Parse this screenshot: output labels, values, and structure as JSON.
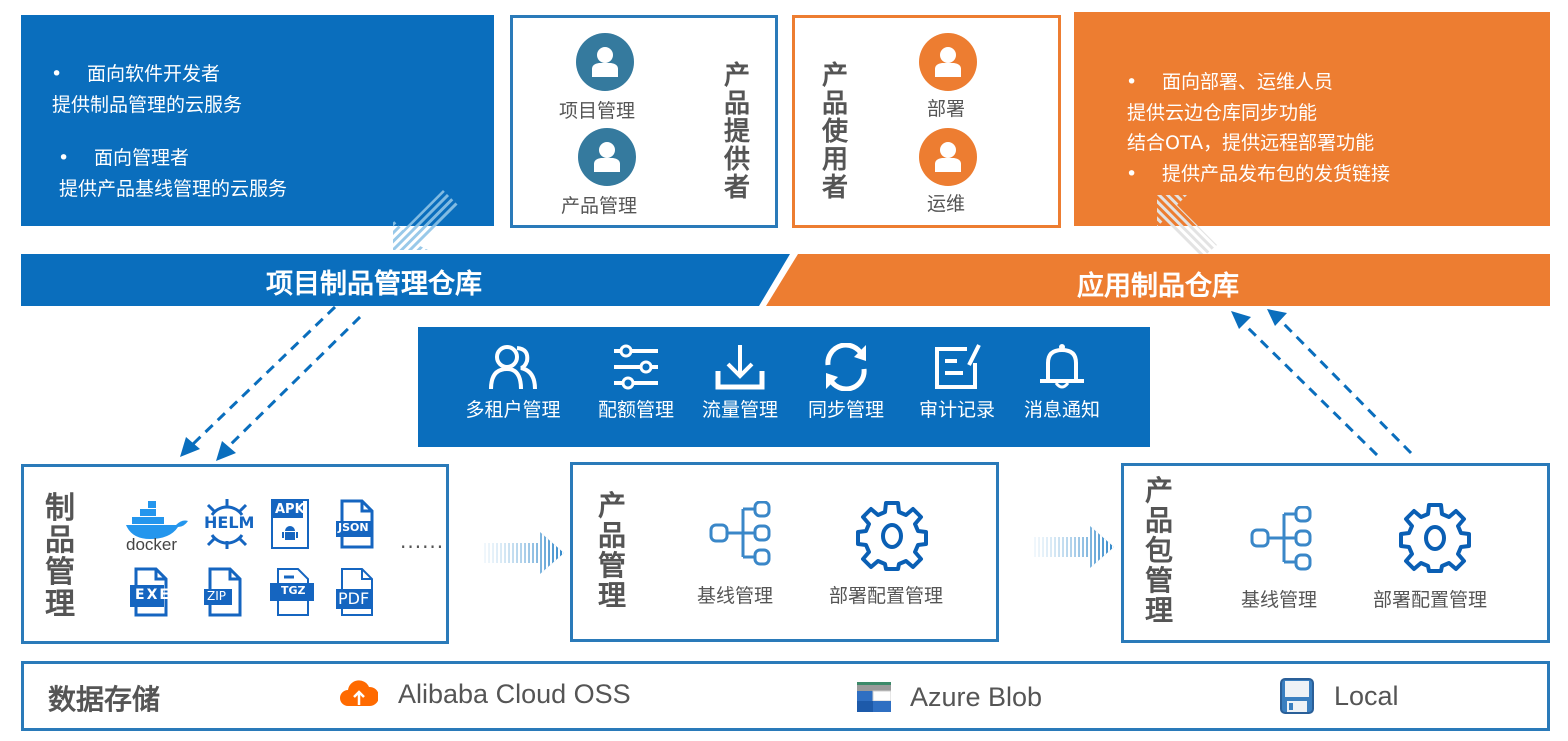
{
  "top_left_panel": {
    "lines": [
      {
        "bullet": true,
        "text": "面向软件开发者"
      },
      {
        "bullet": false,
        "text": "提供制品管理的云服务"
      },
      {
        "bullet": true,
        "text": "面向管理者"
      },
      {
        "bullet": false,
        "text": "提供产品基线管理的云服务"
      }
    ],
    "bullet_char": "•"
  },
  "provider_box": {
    "title": "产品提供者",
    "roles": [
      {
        "label": "项目管理",
        "icon": "user-icon"
      },
      {
        "label": "产品管理",
        "icon": "user-icon"
      }
    ]
  },
  "consumer_box": {
    "title": "产品使用者",
    "roles": [
      {
        "label": "部署",
        "icon": "user-icon"
      },
      {
        "label": "运维",
        "icon": "user-icon"
      }
    ]
  },
  "top_right_panel": {
    "lines": [
      {
        "bullet": true,
        "text": "面向部署、运维人员"
      },
      {
        "bullet": false,
        "text": "提供云边仓库同步功能"
      },
      {
        "bullet": false,
        "text": "结合OTA，提供远程部署功能"
      },
      {
        "bullet": true,
        "text": "提供产品发布包的发货链接"
      }
    ],
    "bullet_char": "•"
  },
  "banners": {
    "left": "项目制品管理仓库",
    "right": "应用制品仓库"
  },
  "features": [
    {
      "label": "多租户管理",
      "icon": "users-icon"
    },
    {
      "label": "配额管理",
      "icon": "sliders-icon"
    },
    {
      "label": "流量管理",
      "icon": "download-icon"
    },
    {
      "label": "同步管理",
      "icon": "sync-icon"
    },
    {
      "label": "审计记录",
      "icon": "edit-log-icon"
    },
    {
      "label": "消息通知",
      "icon": "bell-icon"
    }
  ],
  "artifact_box": {
    "title": "制品管理",
    "formats": [
      "docker",
      "HELM",
      "APK",
      "JSON",
      "EXE",
      "ZIP",
      "TGZ",
      "PDF"
    ],
    "more": "......"
  },
  "product_box": {
    "title": "产品管理",
    "items": [
      {
        "label": "基线管理",
        "icon": "hierarchy-icon"
      },
      {
        "label": "部署配置管理",
        "icon": "gear-icon"
      }
    ]
  },
  "package_box": {
    "title": "产品包管理",
    "items": [
      {
        "label": "基线管理",
        "icon": "hierarchy-icon"
      },
      {
        "label": "部署配置管理",
        "icon": "gear-icon"
      }
    ]
  },
  "storage": {
    "title": "数据存储",
    "items": [
      {
        "label": "Alibaba Cloud OSS",
        "icon": "alibaba-cloud-icon"
      },
      {
        "label": "Azure Blob",
        "icon": "azure-blob-icon"
      },
      {
        "label": "Local",
        "icon": "floppy-disk-icon"
      }
    ]
  },
  "colors": {
    "blue": "#0a6ebd",
    "orange": "#ed7d31",
    "avatar_blue": "#357a9e",
    "border_blue": "#2a7ab9",
    "text_gray": "#555555"
  }
}
